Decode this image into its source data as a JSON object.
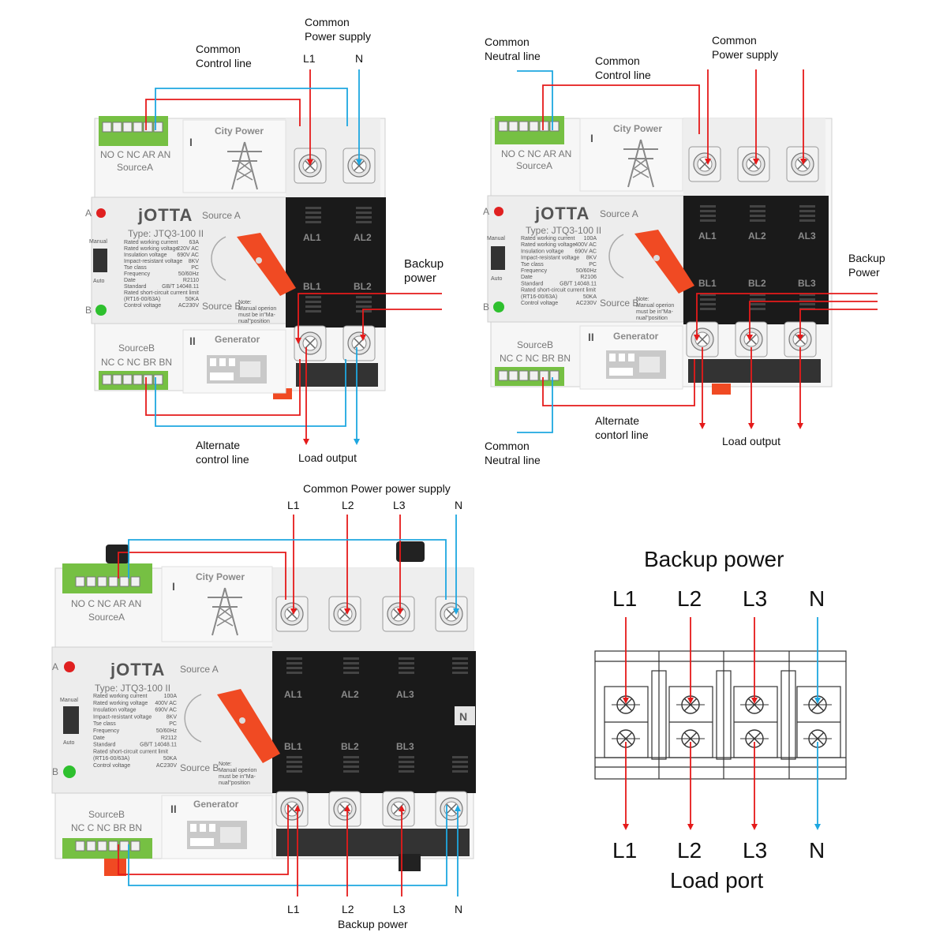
{
  "colors": {
    "live_wire": "#e51a1a",
    "neutral_wire": "#1ea7e0",
    "terminal_green": "#76c043",
    "switch_handle": "#f04a23",
    "module_black": "#1a1a1a",
    "led_red": "#e02020",
    "led_green": "#2ec02e"
  },
  "icons": [
    "transmission-tower-icon",
    "generator-icon",
    "led-indicator-icon",
    "screw-terminal-icon",
    "arrow-icon"
  ],
  "device": {
    "brand": "jOTTA",
    "source_a": "Source A",
    "source_b": "Source B",
    "sourcea_label": "SourceA",
    "sourceb_label": "SourceB",
    "terminals_a": "NO C NC AR AN",
    "terminals_b": "NC C NC BR BN",
    "city_power": "City Power",
    "generator": "Generator",
    "roman_one": "I",
    "roman_two": "II",
    "led_a": "A",
    "led_b": "B",
    "manual": "Manual",
    "auto": "Auto",
    "note": "Note:",
    "note_line1": "Manual operion",
    "note_line2": "must be in\"Ma-",
    "note_line3": "nual\"position",
    "spec_labels": [
      "Rated working current",
      "Rated working voltage",
      "Insulation voltage",
      "Impact-resistant voltage",
      "Tse class",
      "Frequency",
      "Date",
      "Standard",
      "Rated short-circuit current limit",
      "(RT16-00/63A)",
      "Control voltage"
    ],
    "neutral_mark": "N"
  },
  "diagram1": {
    "type_line": "Type: JTQ3-100  II",
    "spec_values": [
      "63A",
      "220V AC",
      "690V AC",
      "8KV",
      "PC",
      "50/60Hz",
      "R2110",
      "GB/T 14048.11",
      "",
      "50KA",
      "AC230V"
    ],
    "common_power_supply": "Common\nPower supply",
    "common_power_line1": "Common",
    "common_power_line2": "Power supply",
    "common_control_line1": "Common",
    "common_control_line2": "Control line",
    "l1": "L1",
    "n": "N",
    "al1": "AL1",
    "al2": "AL2",
    "bl1": "BL1",
    "bl2": "BL2",
    "backup_line1": "Backup",
    "backup_line2": "power",
    "alternate_line1": "Alternate",
    "alternate_line2": "control line",
    "load_output": "Load output"
  },
  "diagram2": {
    "type_line": "Type: JTQ3-100  II",
    "spec_values": [
      "100A",
      "400V AC",
      "690V AC",
      "8KV",
      "PC",
      "50/60Hz",
      "R2106",
      "GB/T 14048.11",
      "",
      "50KA",
      "AC230V"
    ],
    "common_neutral_line1": "Common",
    "common_neutral_line2": "Neutral line",
    "common_control_line1": "Common",
    "common_control_line2": "Control line",
    "common_power_line1": "Common",
    "common_power_line2": "Power supply",
    "al1": "AL1",
    "al2": "AL2",
    "al3": "AL3",
    "bl1": "BL1",
    "bl2": "BL2",
    "bl3": "BL3",
    "backup_line1": "Backup",
    "backup_line2": "Power",
    "alternate_line1": "Alternate",
    "alternate_line2": "contorl line",
    "load_output": "Load output",
    "bottom_neutral_line1": "Common",
    "bottom_neutral_line2": "Neutral line"
  },
  "diagram3": {
    "type_line": "Type: JTQ3-100  II",
    "spec_values": [
      "100A",
      "400V AC",
      "690V AC",
      "8KV",
      "PC",
      "50/60Hz",
      "R2112",
      "GB/T 14048.11",
      "",
      "50KA",
      "AC230V"
    ],
    "header": "Common Power power supply",
    "top_l1": "L1",
    "top_l2": "L2",
    "top_l3": "L3",
    "top_n": "N",
    "al1": "AL1",
    "al2": "AL2",
    "al3": "AL3",
    "bl1": "BL1",
    "bl2": "BL2",
    "bl3": "BL3",
    "bottom_l1": "L1",
    "bottom_l2": "L2",
    "bottom_l3": "L3",
    "bottom_n": "N",
    "footer": "Backup power"
  },
  "diagram4": {
    "title": "Backup power",
    "top_labels": [
      "L1",
      "L2",
      "L3",
      "N"
    ],
    "bottom_labels": [
      "L1",
      "L2",
      "L3",
      "N"
    ],
    "footer": "Load port"
  }
}
